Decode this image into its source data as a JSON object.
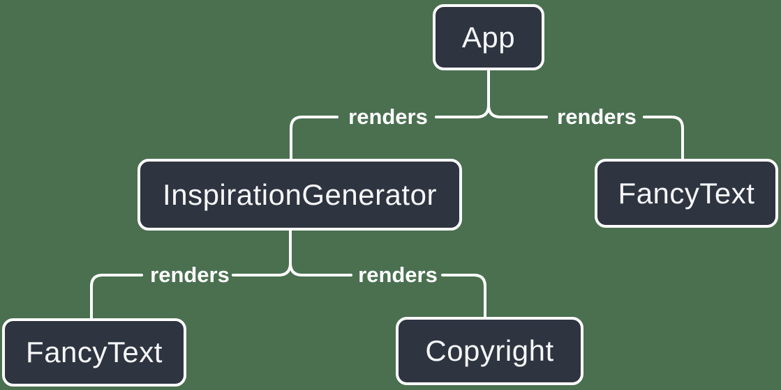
{
  "diagram": {
    "colors": {
      "background": "#4A7050",
      "node_fill": "#2E3440",
      "node_border": "#FFFFFF",
      "line": "#FFFFFF",
      "node_text": "#F6F7F9",
      "edge_label_text": "#FFFFFF"
    },
    "nodes": [
      {
        "id": "app",
        "label": "App"
      },
      {
        "id": "inspiration-generator",
        "label": "InspirationGenerator"
      },
      {
        "id": "fancy-text-top",
        "label": "FancyText"
      },
      {
        "id": "fancy-text-bottom",
        "label": "FancyText"
      },
      {
        "id": "copyright",
        "label": "Copyright"
      }
    ],
    "edges": [
      {
        "from": "App",
        "to": "InspirationGenerator",
        "label": "renders"
      },
      {
        "from": "App",
        "to": "FancyText",
        "label": "renders"
      },
      {
        "from": "InspirationGenerator",
        "to": "FancyText",
        "label": "renders"
      },
      {
        "from": "InspirationGenerator",
        "to": "Copyright",
        "label": "renders"
      }
    ]
  }
}
